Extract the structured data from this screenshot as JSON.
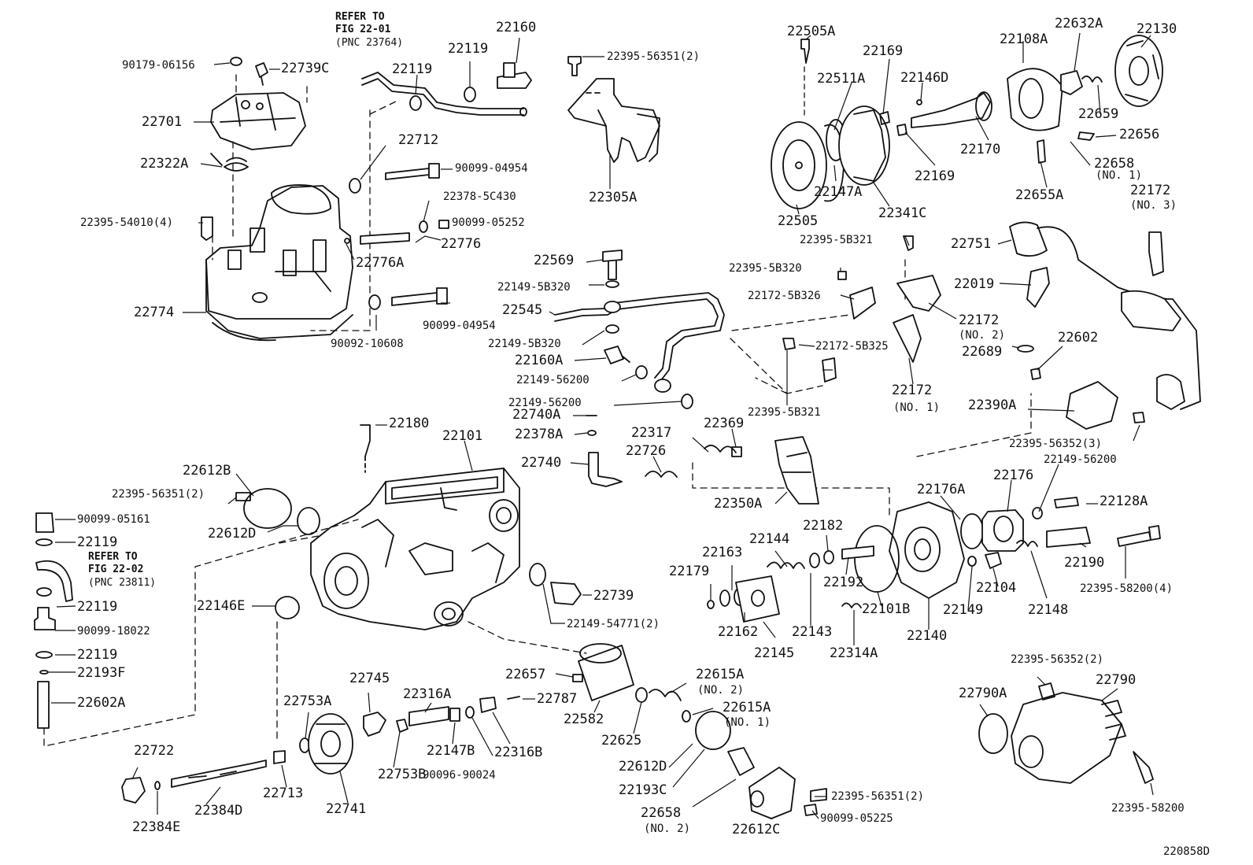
{
  "diagram": {
    "figure_code": "220858D",
    "refer_notes": [
      {
        "id": "ref1",
        "lines": [
          "REFER TO",
          "FIG 22-01",
          "(PNC 23764)"
        ]
      },
      {
        "id": "ref2",
        "lines": [
          "REFER TO",
          "FIG 22-02",
          "(PNC 23811)"
        ]
      }
    ],
    "parts": [
      {
        "id": "p1",
        "label": "90179-06156"
      },
      {
        "id": "p2",
        "label": "22739C"
      },
      {
        "id": "p3",
        "label": "22701"
      },
      {
        "id": "p4",
        "label": "22322A"
      },
      {
        "id": "p5",
        "label": "22395-54010(4)"
      },
      {
        "id": "p6",
        "label": "22774"
      },
      {
        "id": "p7",
        "label": "22119"
      },
      {
        "id": "p8",
        "label": "22119"
      },
      {
        "id": "p9",
        "label": "22160"
      },
      {
        "id": "p10",
        "label": "22712"
      },
      {
        "id": "p11",
        "label": "90099-04954"
      },
      {
        "id": "p12",
        "label": "22378-5C430"
      },
      {
        "id": "p13",
        "label": "90099-05252"
      },
      {
        "id": "p14",
        "label": "22776"
      },
      {
        "id": "p15",
        "label": "22776A"
      },
      {
        "id": "p16",
        "label": "90099-04954"
      },
      {
        "id": "p17",
        "label": "90092-10608"
      },
      {
        "id": "p18",
        "label": "22395-56351(2)"
      },
      {
        "id": "p19",
        "label": "22305A"
      },
      {
        "id": "p20",
        "label": "22569"
      },
      {
        "id": "p21",
        "label": "22149-5B320"
      },
      {
        "id": "p22",
        "label": "22545"
      },
      {
        "id": "p23",
        "label": "22149-5B320"
      },
      {
        "id": "p24",
        "label": "22160A"
      },
      {
        "id": "p25",
        "label": "22149-56200"
      },
      {
        "id": "p26",
        "label": "22149-56200"
      },
      {
        "id": "p27",
        "label": "22740A"
      },
      {
        "id": "p28",
        "label": "22378A"
      },
      {
        "id": "p29",
        "label": "22740"
      },
      {
        "id": "p30",
        "label": "22180"
      },
      {
        "id": "p31",
        "label": "22101"
      },
      {
        "id": "p32",
        "label": "22612B"
      },
      {
        "id": "p33",
        "label": "22395-56351(2)"
      },
      {
        "id": "p34",
        "label": "22612D"
      },
      {
        "id": "p35",
        "label": "90099-05161"
      },
      {
        "id": "p36",
        "label": "22119"
      },
      {
        "id": "p37",
        "label": "22119"
      },
      {
        "id": "p38",
        "label": "90099-18022"
      },
      {
        "id": "p39",
        "label": "22119"
      },
      {
        "id": "p40",
        "label": "22193F"
      },
      {
        "id": "p41",
        "label": "22602A"
      },
      {
        "id": "p42",
        "label": "22146E"
      },
      {
        "id": "p43",
        "label": "22739"
      },
      {
        "id": "p44",
        "label": "22149-54771(2)"
      },
      {
        "id": "p45",
        "label": "22722"
      },
      {
        "id": "p46",
        "label": "22384E"
      },
      {
        "id": "p47",
        "label": "22384D"
      },
      {
        "id": "p48",
        "label": "22713"
      },
      {
        "id": "p49",
        "label": "22753A"
      },
      {
        "id": "p50",
        "label": "22741"
      },
      {
        "id": "p51",
        "label": "22745"
      },
      {
        "id": "p52",
        "label": "22753B"
      },
      {
        "id": "p53",
        "label": "22316A"
      },
      {
        "id": "p54",
        "label": "22147B"
      },
      {
        "id": "p55",
        "label": "90096-90024"
      },
      {
        "id": "p56",
        "label": "22316B"
      },
      {
        "id": "p57",
        "label": "22657"
      },
      {
        "id": "p58",
        "label": "22787"
      },
      {
        "id": "p59",
        "label": "22582"
      },
      {
        "id": "p60",
        "label": "22625"
      },
      {
        "id": "p61",
        "label": "22615A"
      },
      {
        "id": "p62",
        "label": "22615A"
      },
      {
        "id": "p63",
        "label": "22612D"
      },
      {
        "id": "p64",
        "label": "22193C"
      },
      {
        "id": "p65",
        "label": "22658"
      },
      {
        "id": "p66",
        "label": "22612C"
      },
      {
        "id": "p67",
        "label": "22395-56351(2)"
      },
      {
        "id": "p68",
        "label": "90099-05225"
      },
      {
        "id": "p69",
        "label": "22317"
      },
      {
        "id": "p70",
        "label": "22369"
      },
      {
        "id": "p71",
        "label": "22726"
      },
      {
        "id": "p72",
        "label": "22350A"
      },
      {
        "id": "p73",
        "label": "22179"
      },
      {
        "id": "p74",
        "label": "22163"
      },
      {
        "id": "p75",
        "label": "22144"
      },
      {
        "id": "p76",
        "label": "22182"
      },
      {
        "id": "p77",
        "label": "22192"
      },
      {
        "id": "p78",
        "label": "22162"
      },
      {
        "id": "p79",
        "label": "22145"
      },
      {
        "id": "p80",
        "label": "22143"
      },
      {
        "id": "p81",
        "label": "22314A"
      },
      {
        "id": "p82",
        "label": "22101B"
      },
      {
        "id": "p83",
        "label": "22140"
      },
      {
        "id": "p84",
        "label": "22176A"
      },
      {
        "id": "p85",
        "label": "22176"
      },
      {
        "id": "p86",
        "label": "22149"
      },
      {
        "id": "p87",
        "label": "22104"
      },
      {
        "id": "p88",
        "label": "22148"
      },
      {
        "id": "p89",
        "label": "22128A"
      },
      {
        "id": "p90",
        "label": "22190"
      },
      {
        "id": "p91",
        "label": "22395-58200(4)"
      },
      {
        "id": "p92",
        "label": "22149-56200"
      },
      {
        "id": "p93",
        "label": "22395-56352(3)"
      },
      {
        "id": "p94",
        "label": "22390A"
      },
      {
        "id": "p95",
        "label": "22602"
      },
      {
        "id": "p96",
        "label": "22689"
      },
      {
        "id": "p97",
        "label": "22019"
      },
      {
        "id": "p98",
        "label": "22751"
      },
      {
        "id": "p99",
        "label": "22172"
      },
      {
        "id": "p100",
        "label": "22505A"
      },
      {
        "id": "p101",
        "label": "22511A"
      },
      {
        "id": "p102",
        "label": "22169"
      },
      {
        "id": "p103",
        "label": "22146D"
      },
      {
        "id": "p104",
        "label": "22108A"
      },
      {
        "id": "p105",
        "label": "22632A"
      },
      {
        "id": "p106",
        "label": "22130"
      },
      {
        "id": "p107",
        "label": "22659"
      },
      {
        "id": "p108",
        "label": "22656"
      },
      {
        "id": "p109",
        "label": "22658"
      },
      {
        "id": "p110",
        "label": "22170"
      },
      {
        "id": "p111",
        "label": "22169"
      },
      {
        "id": "p112",
        "label": "22505"
      },
      {
        "id": "p113",
        "label": "22147A"
      },
      {
        "id": "p114",
        "label": "22341C"
      },
      {
        "id": "p115",
        "label": "22655A"
      },
      {
        "id": "p116",
        "label": "22395-5B321"
      },
      {
        "id": "p117",
        "label": "22395-5B320"
      },
      {
        "id": "p118",
        "label": "22172-5B326"
      },
      {
        "id": "p119",
        "label": "22172"
      },
      {
        "id": "p120",
        "label": "22172-5B325"
      },
      {
        "id": "p121",
        "label": "22172"
      },
      {
        "id": "p122",
        "label": "22395-5B321"
      },
      {
        "id": "p123",
        "label": "22395-56352(2)"
      },
      {
        "id": "p124",
        "label": "22790A"
      },
      {
        "id": "p125",
        "label": "22790"
      },
      {
        "id": "p126",
        "label": "22395-58200"
      }
    ],
    "sub_labels": [
      {
        "id": "s1",
        "label": "(NO. 1)"
      },
      {
        "id": "s2",
        "label": "(NO. 3)"
      },
      {
        "id": "s3",
        "label": "(NO. 2)"
      },
      {
        "id": "s4",
        "label": "(NO. 1)"
      },
      {
        "id": "s5",
        "label": "(NO. 2)"
      },
      {
        "id": "s6",
        "label": "(NO. 1)"
      },
      {
        "id": "s7",
        "label": "(NO. 2)"
      }
    ]
  }
}
